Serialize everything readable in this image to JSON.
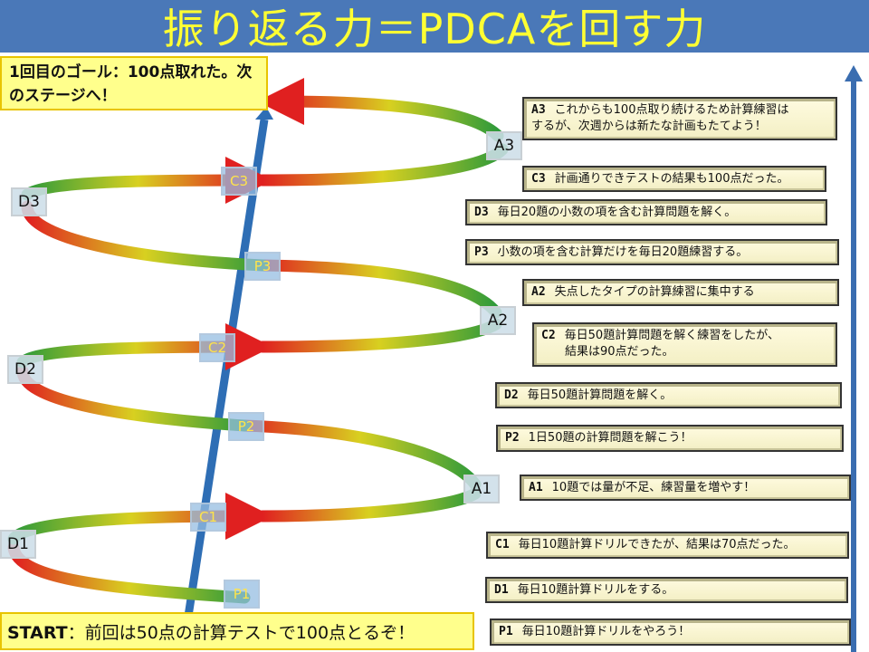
{
  "title": "振り返る力＝PDCAを回す力",
  "goal": "1回目のゴール：100点取れた。次のステージへ！",
  "start": {
    "label": "START",
    "text": "：前回は50点の計算テストで100点とるぞ！"
  },
  "nodes": {
    "P1": "P1",
    "D1": "D1",
    "C1": "C1",
    "A1": "A1",
    "P2": "P2",
    "D2": "D2",
    "C2": "C2",
    "A2": "A2",
    "P3": "P3",
    "D3": "D3",
    "C3": "C3",
    "A3": "A3"
  },
  "notes": [
    {
      "id": "A3",
      "text": "これからも100点取り続けるため計算練習は",
      "text2": "するが、次週からは新たな計画もたてよう！"
    },
    {
      "id": "C3",
      "text": "計画通りできテストの結果も100点だった。"
    },
    {
      "id": "D3",
      "text": "毎日20題の小数の項を含む計算問題を解く。"
    },
    {
      "id": "P3",
      "text": "小数の項を含む計算だけを毎日20題練習する。"
    },
    {
      "id": "A2",
      "text": "失点したタイプの計算練習に集中する"
    },
    {
      "id": "C2",
      "text": "毎日50題計算問題を解く練習をしたが、",
      "text2": "結果は90点だった。"
    },
    {
      "id": "D2",
      "text": "毎日50題計算問題を解く。"
    },
    {
      "id": "P2",
      "text": "1日50題の計算問題を解こう！"
    },
    {
      "id": "A1",
      "text": "10題では量が不足、練習量を増やす！"
    },
    {
      "id": "C1",
      "text": "毎日10題計算ドリルできたが、結果は70点だった。"
    },
    {
      "id": "D1",
      "text": "毎日10題計算ドリルをする。"
    },
    {
      "id": "P1",
      "text": "毎日10題計算ドリルをやろう！"
    }
  ],
  "colors": {
    "title_bg": "#4a78b8",
    "title_text": "#ffff33",
    "axis": "#2e6eb5",
    "goal_bg": "#ffff8c"
  }
}
